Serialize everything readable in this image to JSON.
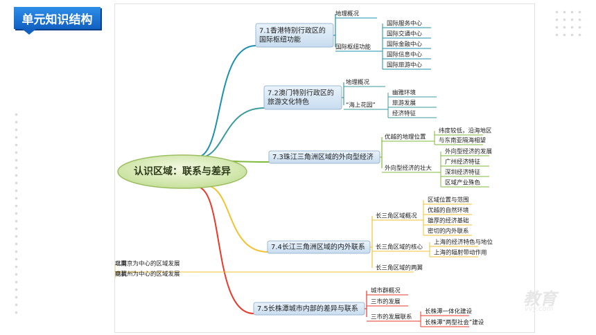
{
  "badge": {
    "title": "单元知识结构"
  },
  "mindmap": {
    "root": "认识区域：联系与差异",
    "topics": [
      {
        "label_lines": [
          "7.1香港特别行政区的",
          "国际枢纽功能"
        ],
        "color": "#1b8fae",
        "children": [
          {
            "label": "地理概况",
            "children": []
          },
          {
            "label": "国际枢纽功能",
            "children": [
              "国际服务中心",
              "国际交通中心",
              "国际金融中心",
              "国际信息中心",
              "国际旅游中心"
            ]
          }
        ]
      },
      {
        "label_lines": [
          "7.2澳门特别行政区的",
          "旅游文化特色"
        ],
        "color": "#3a9a9e",
        "children": [
          {
            "label": "地理概况",
            "children": []
          },
          {
            "label": "“海上花园”",
            "children": [
              "幽雅环境",
              "旅游发展",
              "经济特征"
            ]
          }
        ]
      },
      {
        "label_lines": [
          "7.3珠江三角洲区域的外向型经济"
        ],
        "color": "#7fba3a",
        "children": [
          {
            "label": "优越的地理位置",
            "children": [
              "纬度较低，沿海地区",
              "与东南亚隔海相望"
            ]
          },
          {
            "label": "外向型经济的壮大",
            "children": [
              "外向型经济的发展",
              "广州经济特征",
              "深圳经济特征",
              "区域产业殊色"
            ]
          }
        ]
      },
      {
        "label_lines": [
          "7.4长江三角洲区域的内外联系"
        ],
        "color": "#f2c230",
        "children": [
          {
            "label": "长三角区域概况",
            "children": [
              "区域位置与范围",
              "优越的自然环境",
              "雄厚的经济基础",
              "密切的内外联系"
            ]
          },
          {
            "label": "长三角区域的核心",
            "children": [
              "上海的经济特色与地位",
              "上海的辐射带动作用"
            ]
          },
          {
            "label": "长三角区域的两翼",
            "children": [
              {
                "wing": "北翼",
                "desc": "以南京为中心的区域发展"
              },
              {
                "wing": "南翼",
                "desc": "以杭州为中心的区域发展"
              }
            ]
          }
        ]
      },
      {
        "label_lines": [
          "7.5长株潭城市内部的差异与联系"
        ],
        "color": "#e8392a",
        "children": [
          {
            "label": "城市群概况",
            "children": []
          },
          {
            "label": "三市的发展",
            "children": []
          },
          {
            "label": "三市的发展联系",
            "children": [
              "长株潭一体化建设",
              "长株潭“两型社会”建设"
            ]
          }
        ]
      }
    ]
  },
  "watermark": {
    "text": "教育",
    "sub": "vvy.com"
  }
}
